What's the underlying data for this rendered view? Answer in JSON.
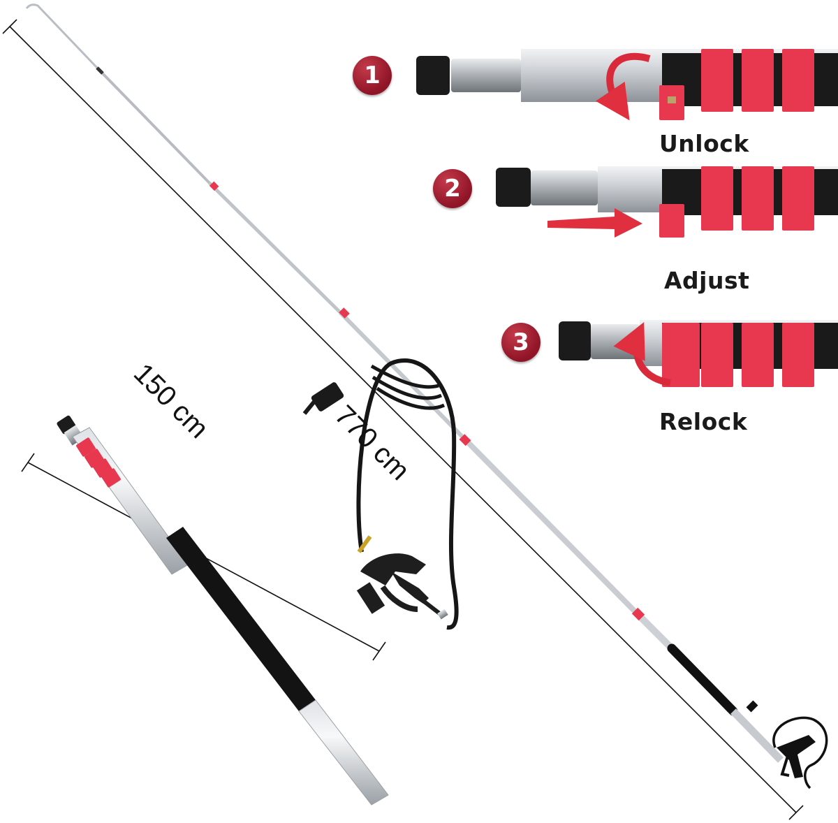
{
  "dimensions": {
    "extended_length": "770 cm",
    "collapsed_length": "150 cm"
  },
  "steps": [
    {
      "number": "1",
      "label": "Unlock"
    },
    {
      "number": "2",
      "label": "Adjust"
    },
    {
      "number": "3",
      "label": "Relock"
    }
  ],
  "colors": {
    "accent_red": "#e8384f",
    "badge_red": "#9b1b2e",
    "grip_black": "#111111",
    "pole_silver": "#cfd3d8"
  }
}
